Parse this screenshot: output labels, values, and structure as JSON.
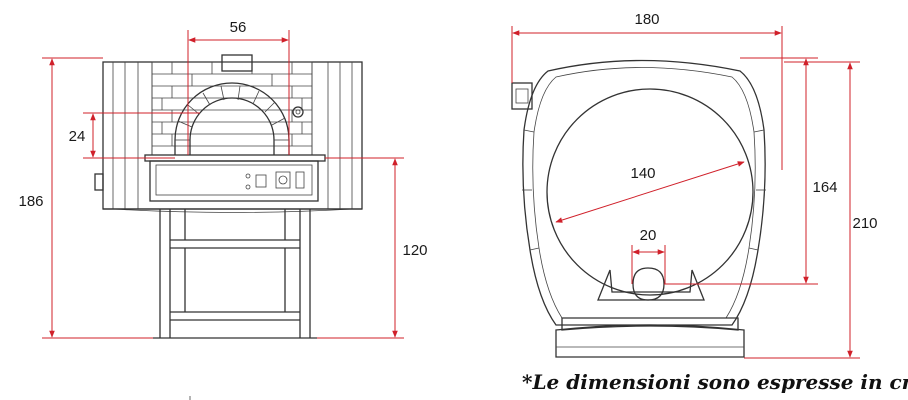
{
  "front_view": {
    "dim_mouth_width": "56",
    "dim_mouth_height": "24",
    "dim_total_height": "186",
    "dim_floor_height": "120"
  },
  "side_view": {
    "dim_width": "180",
    "dim_inner_diameter": "140",
    "dim_flue_diameter": "20",
    "dim_body_height": "164",
    "dim_total_height": "210"
  },
  "note": "*Le dimensioni sono espresse in cm",
  "colors": {
    "dimension_lines": "#d0202a",
    "outline": "#333333"
  }
}
